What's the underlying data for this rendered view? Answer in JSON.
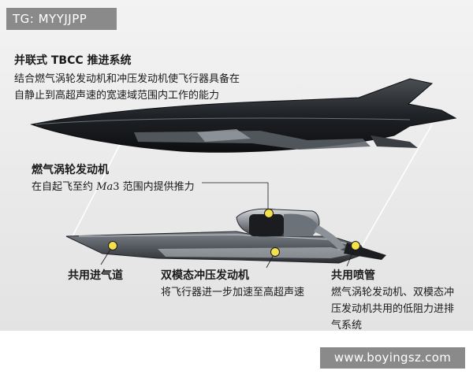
{
  "watermark_top": "TG: MYYJJPP",
  "watermark_bottom": "www.boyingsz.com",
  "tbcc": {
    "title": "并联式 TBCC 推进系统",
    "line1": "结合燃气涡轮发动机和冲压发动机使飞行器具备在",
    "line2": "自静止到高超声速的宽速域范围内工作的能力"
  },
  "turbine": {
    "title": "燃气涡轮发动机",
    "desc_prefix": "在自起飞至约 ",
    "desc_ma": "Ma",
    "desc_num": "3",
    "desc_suffix": " 范围内提供推力"
  },
  "inlet": {
    "title": "共用进气道"
  },
  "ramjet": {
    "title": "双模态冲压发动机",
    "desc": "将飞行器进一步加速至高超声速"
  },
  "nozzle": {
    "title": "共用喷管",
    "line1": "燃气涡轮发动机、双模态冲",
    "line2": "压发动机共用的低阻力进排",
    "line3": "气系统"
  }
}
